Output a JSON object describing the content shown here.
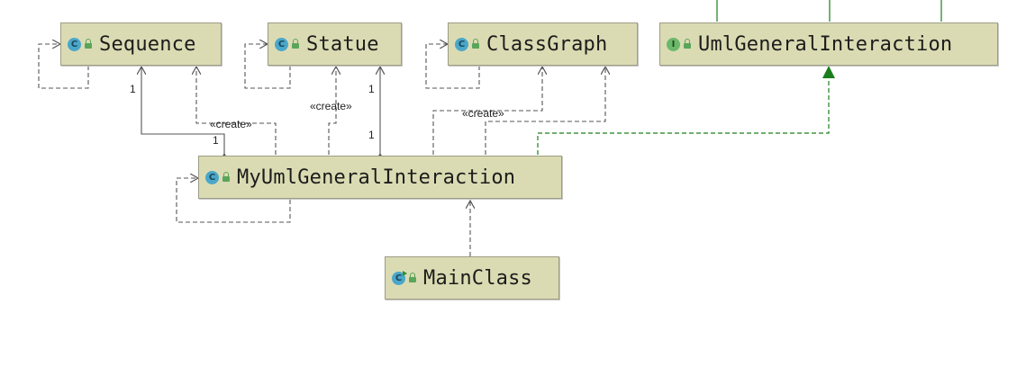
{
  "classes": {
    "sequence": {
      "name": "Sequence",
      "kind": "class"
    },
    "statue": {
      "name": "Statue",
      "kind": "class"
    },
    "classgraph": {
      "name": "ClassGraph",
      "kind": "class"
    },
    "umlgeneralinteraction": {
      "name": "UmlGeneralInteraction",
      "kind": "interface"
    },
    "myumlgeneralinteraction": {
      "name": "MyUmlGeneralInteraction",
      "kind": "class"
    },
    "mainclass": {
      "name": "MainClass",
      "kind": "main-class"
    }
  },
  "edge_labels": {
    "create": "«create»",
    "one": "1"
  },
  "colors": {
    "node_fill": "#dbdbb3",
    "edge": "#555555",
    "realization": "#1a7f1a"
  },
  "icons": {
    "class": "class-icon",
    "interface": "interface-icon",
    "main": "main-class-icon",
    "visibility": "lock-icon"
  }
}
